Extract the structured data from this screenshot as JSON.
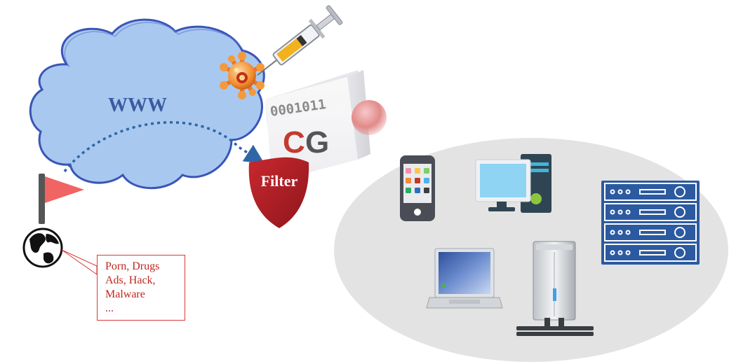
{
  "cloud": {
    "label": "WWW"
  },
  "filter": {
    "label": "Filter"
  },
  "cube": {
    "binary": "0001011",
    "logo_c": "C",
    "logo_g": "G"
  },
  "callout": {
    "lines": [
      "Porn, Drugs",
      "Ads, Hack,",
      "Malware",
      "..."
    ]
  },
  "colors": {
    "cloud_fill": "#a8c8ef",
    "cloud_stroke": "#3a55b8",
    "arrow": "#2f66a6",
    "shield": "#b02026",
    "flag": "#f06464",
    "network_bg": "#e3e3e3",
    "server_rack": "#2c5aa0",
    "callout_text": "#c0261e",
    "logo_c": "#c43a2e",
    "logo_g": "#555555"
  },
  "icons": [
    "virus-icon",
    "syringe-icon",
    "globe-icon",
    "flag-icon",
    "phone-icon",
    "desktop-icon",
    "laptop-icon",
    "tower-server-icon",
    "rack-server-icon"
  ]
}
